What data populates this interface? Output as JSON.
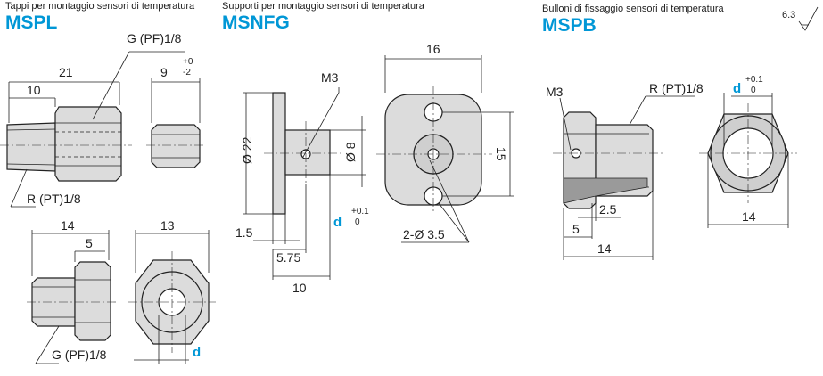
{
  "sections": {
    "mspl": {
      "subtitle": "Tappi per montaggio sensori di temperatura",
      "code": "MSPL"
    },
    "msnfg": {
      "subtitle": "Supporti per montaggio sensori di temperatura",
      "code": "MSNFG"
    },
    "mspb": {
      "subtitle": "Bulloni di fissaggio sensori di temperatura",
      "code": "MSPB"
    }
  },
  "roughness": "6.3",
  "mspl": {
    "thread_g": "G (PF)1/8",
    "thread_r": "R (PT)1/8",
    "dim_21": "21",
    "dim_10": "10",
    "dim_9": "9",
    "tol_9_upper": "+0",
    "tol_9_lower": "-2",
    "dim_14": "14",
    "dim_5": "5",
    "dim_13": "13",
    "d_label": "d",
    "thread_g_bottom": "G (PF)1/8"
  },
  "msnfg": {
    "m3": "M3",
    "dia22": "Ø 22",
    "dia8": "Ø 8",
    "d_label": "d",
    "d_tol_upper": "+0.1",
    "d_tol_lower": "0",
    "dim_1_5": "1.5",
    "dim_5_75": "5.75",
    "dim_10": "10",
    "dim_16": "16",
    "dim_15": "15",
    "holes": "2-Ø 3.5"
  },
  "mspb": {
    "m3": "M3",
    "thread_r": "R (PT)1/8",
    "d_label": "d",
    "d_tol_upper": "+0.1",
    "d_tol_lower": "0",
    "dim_2_5": "2.5",
    "dim_5": "5",
    "dim_14": "14",
    "dim_14_hex": "14"
  }
}
